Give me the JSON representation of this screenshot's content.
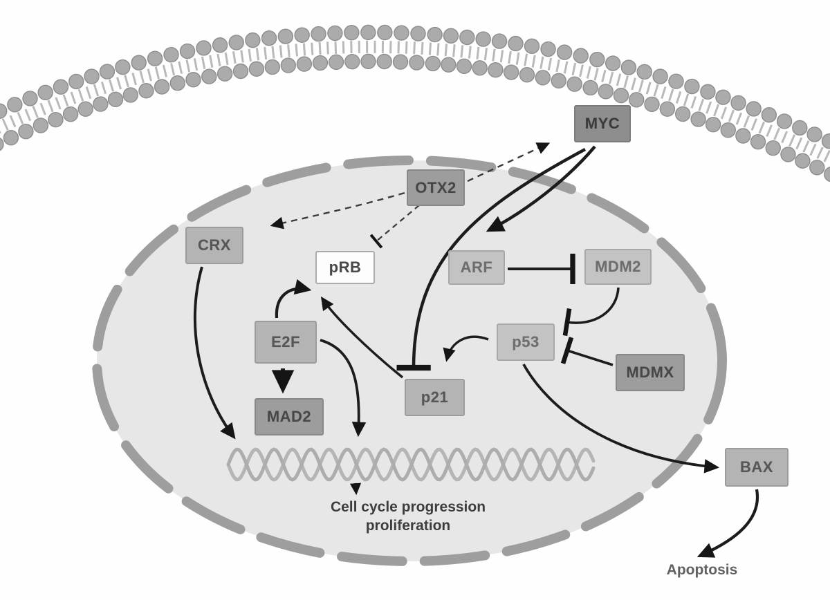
{
  "diagram": {
    "type": "signaling-pathway",
    "nodes": {
      "otx2": {
        "label": "OTX2"
      },
      "myc": {
        "label": "MYC"
      },
      "crx": {
        "label": "CRX"
      },
      "prb": {
        "label": "pRB"
      },
      "arf": {
        "label": "ARF"
      },
      "mdm2": {
        "label": "MDM2"
      },
      "e2f": {
        "label": "E2F"
      },
      "p53": {
        "label": "p53"
      },
      "mdmx": {
        "label": "MDMX"
      },
      "p21": {
        "label": "p21"
      },
      "mad2": {
        "label": "MAD2"
      },
      "bax": {
        "label": "BAX"
      }
    },
    "annotations": {
      "cell_cycle_line1": "Cell cycle progression",
      "cell_cycle_line2": "proliferation",
      "apoptosis": "Apoptosis"
    },
    "edges": [
      {
        "from": "OTX2",
        "to": "MYC",
        "effect": "activates",
        "style": "dashed"
      },
      {
        "from": "OTX2",
        "to": "CRX",
        "effect": "activates",
        "style": "dashed"
      },
      {
        "from": "OTX2",
        "to": "pRB",
        "effect": "inhibits",
        "style": "dashed"
      },
      {
        "from": "MYC",
        "to": "ARF",
        "effect": "activates",
        "style": "solid"
      },
      {
        "from": "MYC",
        "to": "p21",
        "effect": "inhibits",
        "style": "solid"
      },
      {
        "from": "ARF",
        "to": "MDM2",
        "effect": "inhibits",
        "style": "solid"
      },
      {
        "from": "MDM2",
        "to": "p53",
        "effect": "inhibits",
        "style": "solid"
      },
      {
        "from": "MDMX",
        "to": "p53",
        "effect": "inhibits",
        "style": "solid"
      },
      {
        "from": "p53",
        "to": "p21",
        "effect": "activates",
        "style": "solid"
      },
      {
        "from": "p53",
        "to": "BAX",
        "effect": "activates",
        "style": "solid"
      },
      {
        "from": "p21",
        "to": "pRB",
        "effect": "activates",
        "style": "solid"
      },
      {
        "from": "E2F",
        "to": "pRB",
        "effect": "activates",
        "style": "solid"
      },
      {
        "from": "E2F",
        "to": "MAD2",
        "effect": "activates",
        "style": "solid"
      },
      {
        "from": "E2F",
        "to": "nuclear DNA",
        "effect": "activates",
        "style": "solid"
      },
      {
        "from": "CRX",
        "to": "nuclear DNA",
        "effect": "activates",
        "style": "solid"
      },
      {
        "from": "nuclear DNA",
        "to": "Cell cycle progression / proliferation",
        "effect": "activates",
        "style": "solid"
      },
      {
        "from": "BAX",
        "to": "Apoptosis",
        "effect": "activates",
        "style": "solid"
      }
    ],
    "structures": [
      "cell-membrane (lipid bilayer)",
      "nuclear-envelope with pores",
      "nuclear DNA double helix"
    ],
    "colors": {
      "background": "#ffffff",
      "nucleus_fill": "#e7e7e7",
      "nuclear_envelope": "#9e9e9e",
      "membrane_bead": "#ababab",
      "dna_helix": "#b5b5b5",
      "node_dark": "#8e8e8e",
      "node_mid": "#b4b4b4",
      "node_light": "#c3c3c3",
      "edge": "#1c1c1c"
    }
  }
}
